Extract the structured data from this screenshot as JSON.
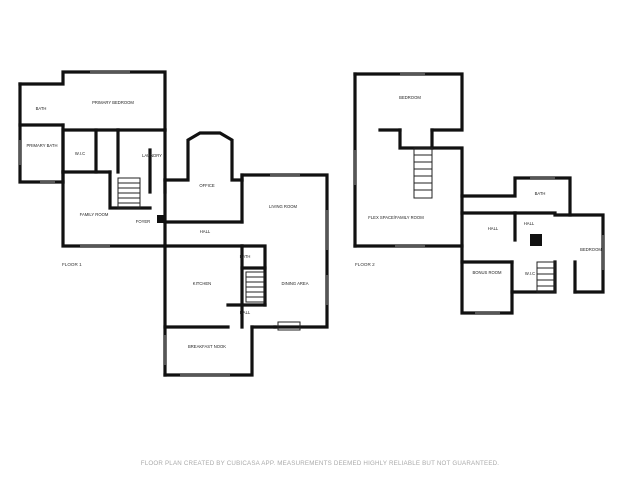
{
  "floor1": {
    "label": "FLOOR 1",
    "rooms": {
      "bath": "BATH",
      "primary_bedroom": "PRIMARY BEDROOM",
      "primary_bath": "PRIMARY BATH",
      "wic": "W.I.C",
      "laundry": "LAUNDRY",
      "office": "OFFICE",
      "family_room": "FAMILY ROOM",
      "foyer": "FOYER",
      "hall": "HALL",
      "living_room": "LIVING ROOM",
      "bath2": "BATH",
      "kitchen": "KITCHEN",
      "dining_area": "DINING AREA",
      "hall2": "HALL",
      "breakfast_nook": "BREAKFAST NOOK"
    }
  },
  "floor2": {
    "label": "FLOOR 2",
    "rooms": {
      "bedroom": "BEDROOM",
      "flex_space": "FLEX SPACE/FAMILY ROOM",
      "bath": "BATH",
      "hall": "HALL",
      "hall2": "HALL",
      "bonus_room": "BONUS ROOM",
      "wic": "W.I.C",
      "bedroom2": "BEDROOM"
    }
  },
  "footer": "FLOOR PLAN CREATED BY CUBICASA APP. MEASUREMENTS DEEMED HIGHLY RELIABLE BUT NOT GUARANTEED."
}
